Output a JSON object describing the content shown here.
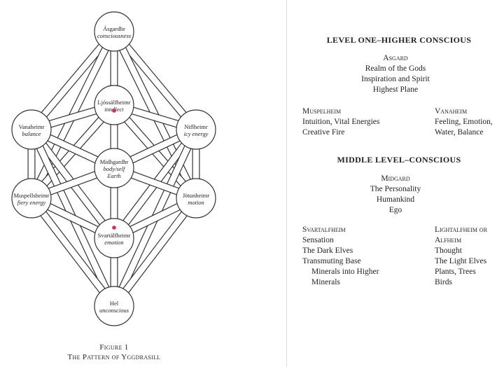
{
  "diagram": {
    "nodes": [
      {
        "id": "asgardhr",
        "name": "Ásgardhr",
        "quality": "consciousness"
      },
      {
        "id": "ljossalfheimr",
        "name": "Ljóssálfheimr",
        "quality": "intellect",
        "dot": true
      },
      {
        "id": "vanaheimr",
        "name": "Vanaheimr",
        "quality": "balance"
      },
      {
        "id": "niflheimr",
        "name": "Niflheimr",
        "quality": "icy energy"
      },
      {
        "id": "midhgardhr",
        "name": "Midhgardhr",
        "quality": "body/self",
        "quality2": "Earth"
      },
      {
        "id": "muspellsheimr",
        "name": "Muspellsheimr",
        "quality": "fiery energy"
      },
      {
        "id": "jotunheimr",
        "name": "Jötunheimr",
        "quality": "motion"
      },
      {
        "id": "svartalfheimr",
        "name": "Svartálfheimr",
        "quality": "emotion",
        "dot": true
      },
      {
        "id": "hel",
        "name": "Hel",
        "quality": "unconscious"
      }
    ],
    "dot_color": "#e0245e"
  },
  "caption": {
    "line1": "Figure 1",
    "line2": "The Pattern of Yggdrasill"
  },
  "levels": {
    "level_one": {
      "heading": "LEVEL ONE–HIGHER CONSCIOUS",
      "center": {
        "title": "Asgard",
        "lines": [
          "Realm of the Gods",
          "Inspiration and Spirit",
          "Highest Plane"
        ]
      },
      "left": {
        "title": "Muspelheim",
        "lines": [
          "Intuition, Vital Energies",
          "Creative Fire"
        ]
      },
      "right": {
        "title": "Vanaheim",
        "lines": [
          "Feeling, Emotion,",
          "Water, Balance"
        ]
      }
    },
    "middle": {
      "heading": "MIDDLE LEVEL–CONSCIOUS",
      "center": {
        "title": "Midgard",
        "lines": [
          "The Personality",
          "Humankind",
          "Ego"
        ]
      },
      "left": {
        "title": "Svartalfheim",
        "lines": [
          "Sensation",
          "The Dark Elves",
          "Transmuting Base"
        ],
        "indented": [
          "Minerals into Higher",
          "Minerals"
        ]
      },
      "right": {
        "title": "Lightalfheim or",
        "title2": "Alfheim",
        "lines": [
          "Thought",
          "The Light Elves",
          "Plants, Trees",
          "Birds"
        ]
      }
    }
  }
}
